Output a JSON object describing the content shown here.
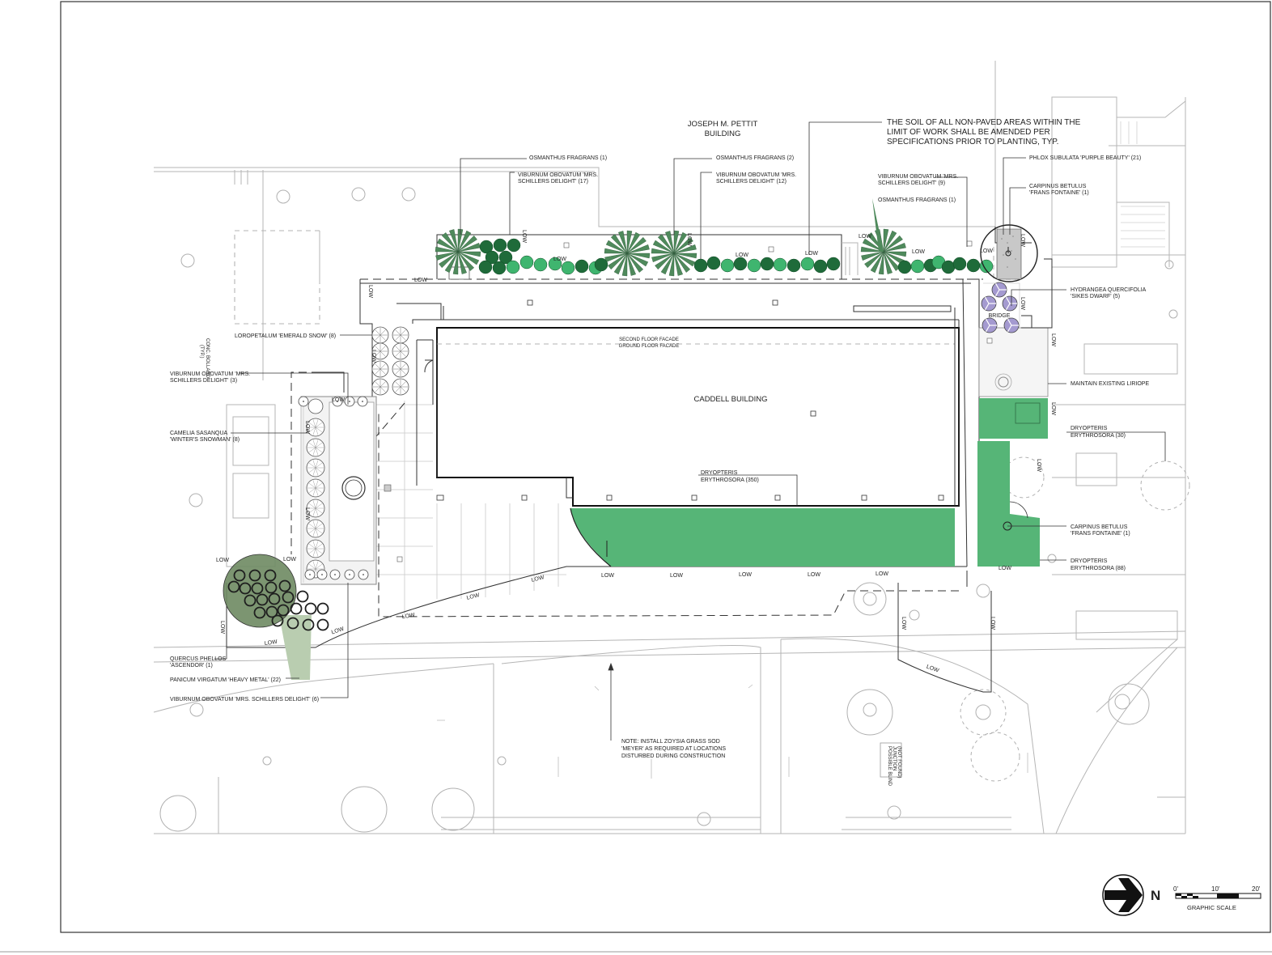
{
  "buildings": {
    "north": [
      "JOSEPH M. PETTIT",
      "BUILDING"
    ],
    "main": "CADDELL BUILDING",
    "facade_upper": "SECOND FLOOR FACADE",
    "facade_lower": "GROUND FLOOR FACADE",
    "bridge": "BRIDGE"
  },
  "general_note": [
    "THE SOIL OF ALL NON-PAVED AREAS WITHIN THE",
    "LIMIT OF WORK  SHALL BE AMENDED PER",
    "SPECIFICATIONS PRIOR TO PLANTING, TYP."
  ],
  "sod_note": [
    "NOTE: INSTALL ZOYSIA GRASS SOD",
    "'MEYER' AS REQUIRED AT LOCATIONS",
    "DISTURBED DURING CONSTRUCTION"
  ],
  "plant_labels": {
    "osmanthus_1": [
      "OSMANTHUS  FRAGRANS (1)"
    ],
    "viburnum_17": [
      "VIBURNUM OBOVATUM 'MRS.",
      "SCHILLERS DELIGHT' (17)"
    ],
    "osmanthus_2": [
      "OSMANTHUS  FRAGRANS (2)"
    ],
    "viburnum_12": [
      "VIBURNUM OBOVATUM 'MRS.",
      "SCHILLERS DELIGHT' (12)"
    ],
    "viburnum_9": [
      "VIBURNUM OBOVATUM 'MRS.",
      "SCHILLERS DELIGHT' (9)"
    ],
    "osmanthus_1b": [
      "OSMANTHUS  FRAGRANS (1)"
    ],
    "phlox": [
      "PHLOX SUBULATA 'PURPLE BEAUTY' (21)"
    ],
    "carpinus_top": [
      "CARPINUS BETULUS",
      "'FRANS FONTAINE' (1)"
    ],
    "hydrangea": [
      "HYDRANGEA QUERCIFOLIA",
      "'SIKES DWARF' (5)"
    ],
    "liriope": [
      "MAINTAIN EXISTING LIRIOPE"
    ],
    "dryopteris_30": [
      "DRYOPTERIS",
      "ERYTHROSORA  (30)"
    ],
    "carpinus_bottom": [
      "CARPINUS BETULUS",
      "'FRANS FONTAINE' (1)"
    ],
    "dryopteris_88": [
      "DRYOPTERIS",
      "ERYTHROSORA  (88)"
    ],
    "dryopteris_350": [
      "DRYOPTERIS",
      "ERYTHROSORA  (350)"
    ],
    "loropetalum": [
      "LOROPETALUM 'EMERALD SNOW' (8)"
    ],
    "viburnum_3": [
      "VIBURNUM OBOVATUM  'MRS.",
      "SCHILLERS DELIGHT' (3)"
    ],
    "camelia": [
      "CAMELIA SASANQUA",
      "'WINTER'S SNOWMAN' (8)"
    ],
    "quercus": [
      "QUERCUS PHELLOS",
      "'ASCENDOR' (1)"
    ],
    "panicum": [
      "PANICUM VIRGATUM 'HEAVY METAL' (22)"
    ],
    "viburnum_6": [
      "VIBURNUM OBOVATUM 'MRS. SCHILLERS DELIGHT' (6)"
    ]
  },
  "low_label": "LOW",
  "side_note": [
    "CONC. BOLLARD",
    "(TYP.)"
  ],
  "box_note": [
    "POSSIBLE BLIND",
    "JUNCTION",
    "(NOT FOUND)"
  ],
  "north_arrow": {
    "letter": "N"
  },
  "scale": {
    "ticks": [
      "0'",
      "10'",
      "20'"
    ],
    "title": "GRAPHIC  SCALE"
  },
  "colors": {
    "lawn": "#56b577",
    "shrub_dark": "#1f6b3a",
    "shrub_light": "#3fb56f",
    "tree_green": "#4f8a5c",
    "oak_fill": "#6e8a62",
    "grass_fill": "#b9cdb0",
    "hydrangea": "#a49ad0"
  }
}
